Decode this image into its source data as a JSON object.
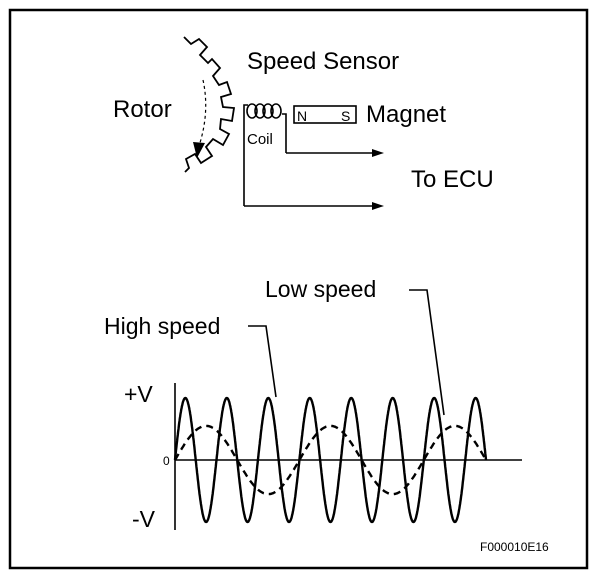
{
  "sensor": {
    "title": "Speed Sensor",
    "rotor_label": "Rotor",
    "magnet_label": "Magnet",
    "coil_label": "Coil",
    "pole_n": "N",
    "pole_s": "S",
    "output_label": "To ECU"
  },
  "waveform": {
    "high_speed_label": "High speed",
    "low_speed_label": "Low speed",
    "pos_label": "+V",
    "zero_label": "0",
    "neg_label": "-V",
    "high_speed_cycles": 7.5,
    "low_speed_cycles": 2.5,
    "low_speed_relative_amplitude": 0.55
  },
  "figure_code": "F000010E16"
}
